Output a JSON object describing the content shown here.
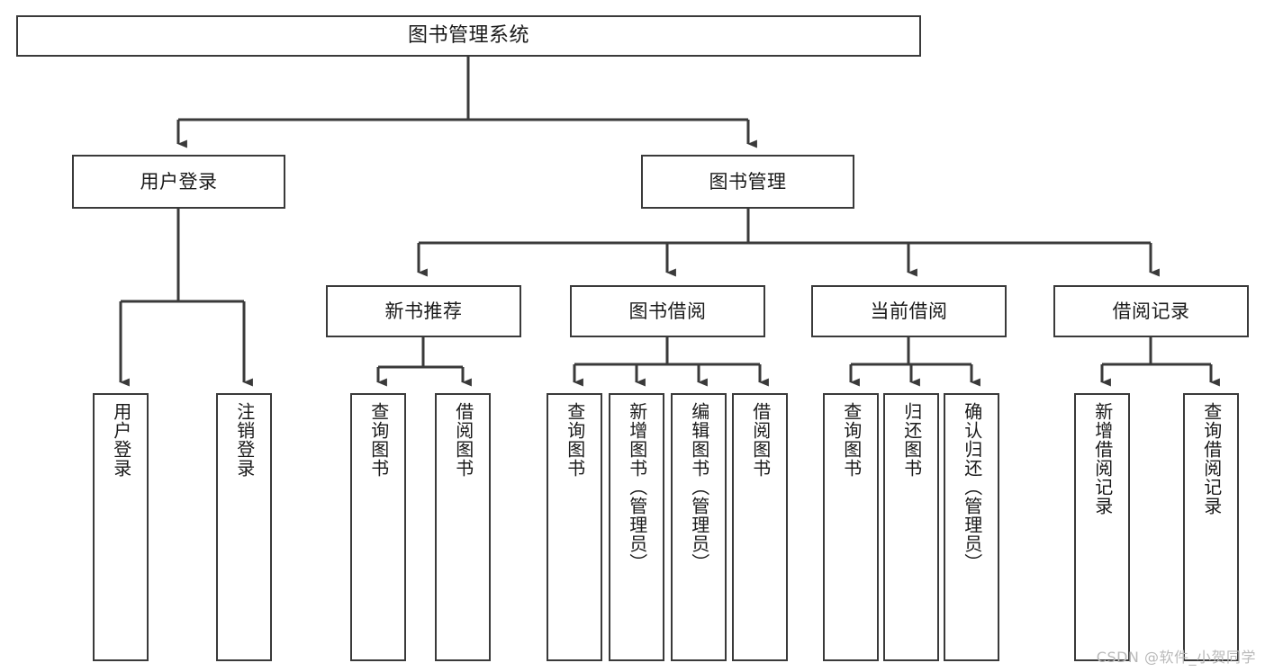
{
  "diagram": {
    "title": "图书管理系统",
    "type": "tree",
    "background_color": "#ffffff",
    "line_color": "#3a3a3a",
    "text_color": "#1a1a1a",
    "nodes": {
      "root": {
        "label": "图书管理系统"
      },
      "level2": [
        {
          "id": "user-login",
          "label": "用户登录"
        },
        {
          "id": "book-manage",
          "label": "图书管理"
        }
      ],
      "level3": [
        {
          "id": "new-book-rec",
          "label": "新书推荐"
        },
        {
          "id": "book-borrow",
          "label": "图书借阅"
        },
        {
          "id": "current-borrow",
          "label": "当前借阅"
        },
        {
          "id": "borrow-record",
          "label": "借阅记录"
        }
      ],
      "leaves": {
        "user_login": [
          {
            "id": "leaf-user-login",
            "label": "用户登录"
          },
          {
            "id": "leaf-logout",
            "label": "注销登录"
          }
        ],
        "new_book_rec": [
          {
            "id": "leaf-query-book-1",
            "label": "查询图书"
          },
          {
            "id": "leaf-borrow-book-1",
            "label": "借阅图书"
          }
        ],
        "book_borrow": [
          {
            "id": "leaf-query-book-2",
            "label": "查询图书"
          },
          {
            "id": "leaf-add-book",
            "label": "新增图书（管理员）"
          },
          {
            "id": "leaf-edit-book",
            "label": "编辑图书（管理员）"
          },
          {
            "id": "leaf-borrow-book-2",
            "label": "借阅图书"
          }
        ],
        "current_borrow": [
          {
            "id": "leaf-query-book-3",
            "label": "查询图书"
          },
          {
            "id": "leaf-return-book",
            "label": "归还图书"
          },
          {
            "id": "leaf-confirm-return",
            "label": "确认归还（管理员）"
          }
        ],
        "borrow_record": [
          {
            "id": "leaf-add-record",
            "label": "新增借阅记录"
          },
          {
            "id": "leaf-query-record",
            "label": "查询借阅记录"
          }
        ]
      }
    }
  },
  "watermark": {
    "text": "CSDN @软件_小贺同学"
  }
}
